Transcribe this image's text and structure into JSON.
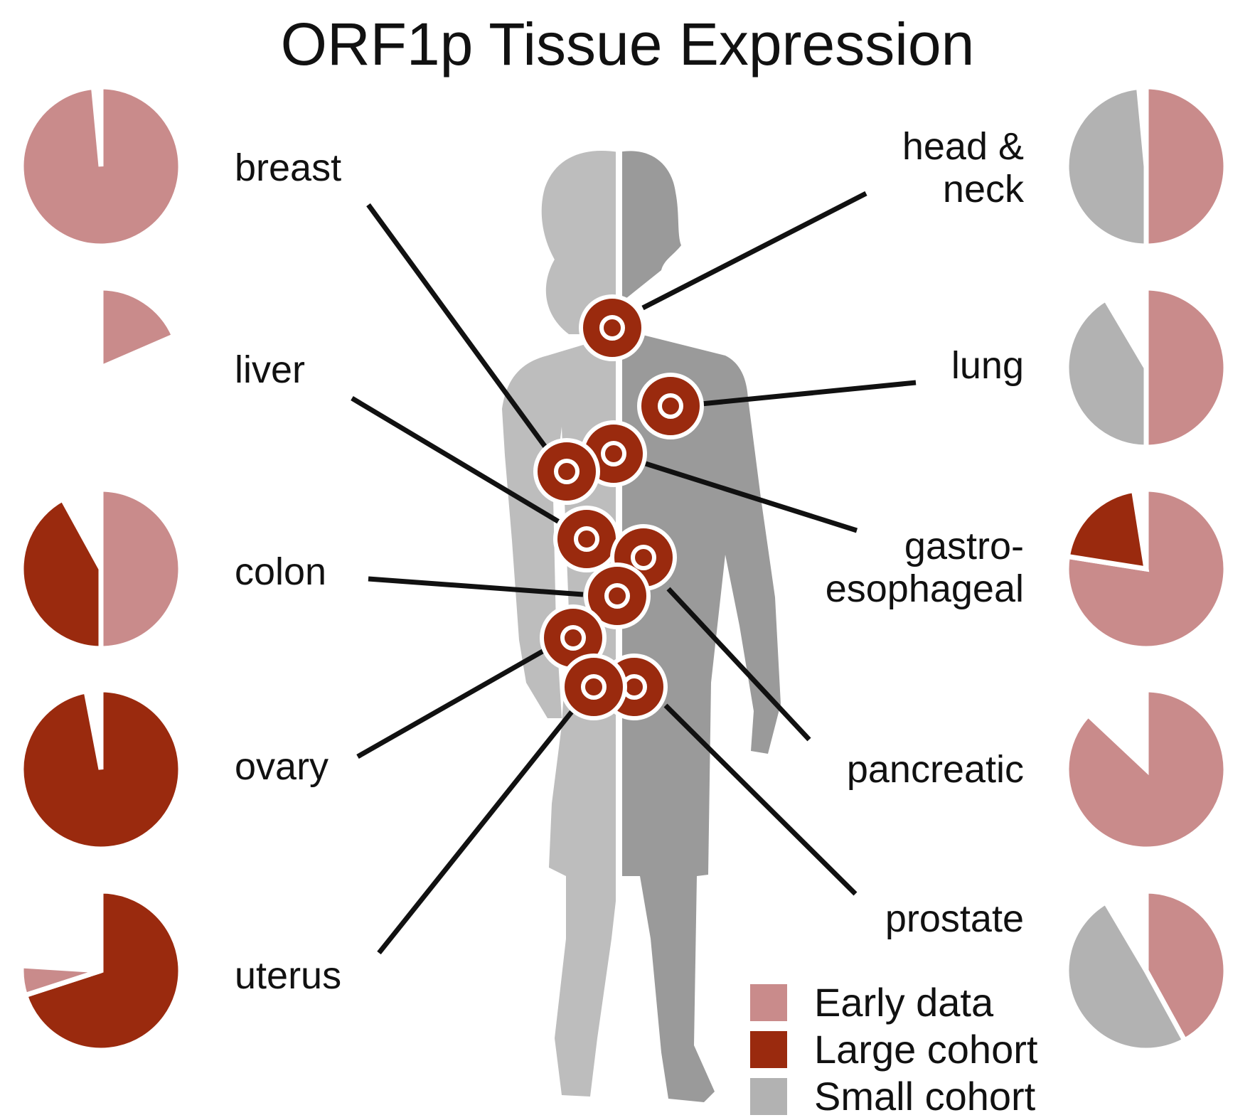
{
  "title": "ORF1p Tissue Expression",
  "colors": {
    "early": "#c98b8b",
    "large": "#9a2a0e",
    "small": "#b2b2b2",
    "marker_fill": "#9a2a0e",
    "silhouette_light": "#bdbdbd",
    "silhouette_dark": "#9a9a9a"
  },
  "legend": [
    {
      "key": "early",
      "label": "Early data"
    },
    {
      "key": "large",
      "label": "Large cohort"
    },
    {
      "key": "small",
      "label": "Small cohort"
    }
  ],
  "tissues": [
    {
      "id": "breast",
      "label": "breast",
      "side": "left"
    },
    {
      "id": "liver",
      "label": "liver",
      "side": "left"
    },
    {
      "id": "colon",
      "label": "colon",
      "side": "left"
    },
    {
      "id": "ovary",
      "label": "ovary",
      "side": "left"
    },
    {
      "id": "uterus",
      "label": "uterus",
      "side": "left"
    },
    {
      "id": "head-neck",
      "label": "head &\nneck",
      "side": "right"
    },
    {
      "id": "lung",
      "label": "lung",
      "side": "right"
    },
    {
      "id": "gastro-esophageal",
      "label": "gastro-\nesophageal",
      "side": "right"
    },
    {
      "id": "pancreatic",
      "label": "pancreatic",
      "side": "right"
    },
    {
      "id": "prostate",
      "label": "prostate",
      "side": "right"
    }
  ],
  "chart_data": {
    "type": "pie",
    "series_names": [
      "Early data",
      "Large cohort",
      "Small cohort"
    ],
    "pies": [
      {
        "tissue": "breast",
        "slices": [
          {
            "series": "early",
            "value": 0.985,
            "start": 0.0
          }
        ]
      },
      {
        "tissue": "liver",
        "slices": [
          {
            "series": "early",
            "value": 0.185,
            "start": 0.0
          }
        ]
      },
      {
        "tissue": "colon",
        "slices": [
          {
            "series": "early",
            "value": 0.5,
            "start": 0.0
          },
          {
            "series": "large",
            "value": 0.42,
            "start": 0.5
          }
        ]
      },
      {
        "tissue": "ovary",
        "slices": [
          {
            "series": "large",
            "value": 0.97,
            "start": 0.0
          }
        ]
      },
      {
        "tissue": "uterus",
        "slices": [
          {
            "series": "large",
            "value": 0.7,
            "start": 0.0
          },
          {
            "series": "early",
            "value": 0.06,
            "start": 0.7
          }
        ]
      },
      {
        "tissue": "head-neck",
        "slices": [
          {
            "series": "early",
            "value": 0.5,
            "start": 0.0
          },
          {
            "series": "small",
            "value": 0.485,
            "start": 0.5
          }
        ]
      },
      {
        "tissue": "lung",
        "slices": [
          {
            "series": "early",
            "value": 0.5,
            "start": 0.0
          },
          {
            "series": "small",
            "value": 0.415,
            "start": 0.5
          }
        ]
      },
      {
        "tissue": "gastro-esophageal",
        "slices": [
          {
            "series": "early",
            "value": 0.775,
            "start": 0.0
          },
          {
            "series": "large",
            "value": 0.2,
            "start": 0.775
          }
        ]
      },
      {
        "tissue": "pancreatic",
        "slices": [
          {
            "series": "early",
            "value": 0.87,
            "start": 0.0
          }
        ]
      },
      {
        "tissue": "prostate",
        "slices": [
          {
            "series": "early",
            "value": 0.42,
            "start": 0.0
          },
          {
            "series": "small",
            "value": 0.495,
            "start": 0.42
          }
        ]
      }
    ]
  }
}
